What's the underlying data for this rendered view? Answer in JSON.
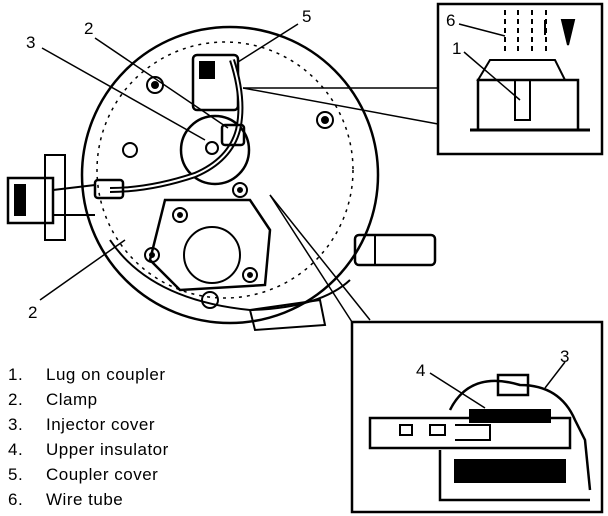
{
  "diagram": {
    "callouts": {
      "main_clamp_top": "2",
      "main_clamp_bottom": "2",
      "main_injector_cover": "3",
      "main_coupler_cover": "5",
      "inset_top_wire_tube": "6",
      "inset_top_lug": "1",
      "inset_bottom_insulator": "4",
      "inset_bottom_injector_cover": "3"
    }
  },
  "legend": [
    {
      "num": "1.",
      "label": "Lug on coupler"
    },
    {
      "num": "2.",
      "label": "Clamp"
    },
    {
      "num": "3.",
      "label": "Injector cover"
    },
    {
      "num": "4.",
      "label": "Upper insulator"
    },
    {
      "num": "5.",
      "label": "Coupler cover"
    },
    {
      "num": "6.",
      "label": "Wire tube"
    }
  ]
}
